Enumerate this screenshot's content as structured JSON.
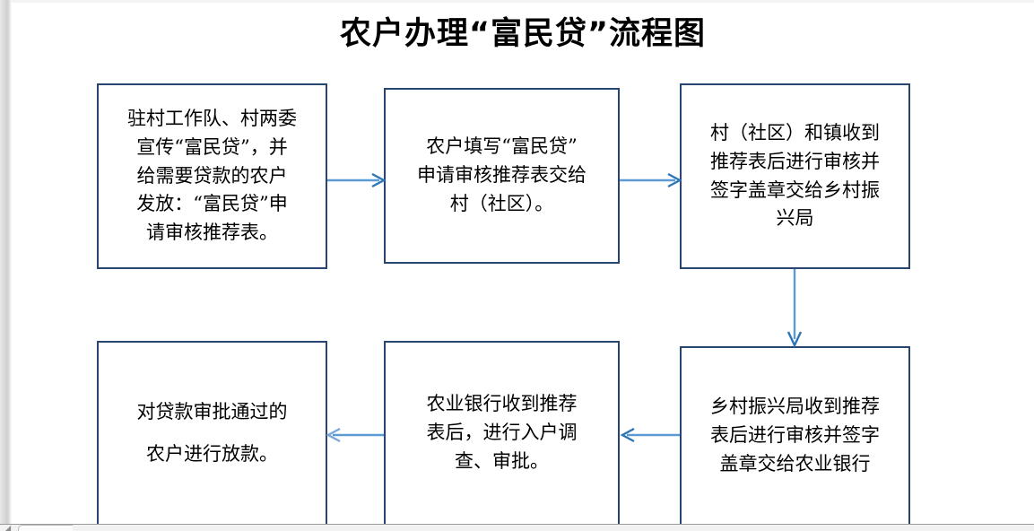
{
  "document": {
    "title": "农户办理“富民贷”流程图"
  },
  "flowchart": {
    "type": "process-flow",
    "accent_color": "#5B9BD5",
    "box_border_color": "#274570",
    "box_fill_color": "#FFFFFF",
    "text_color": "#000000",
    "nodes": [
      {
        "id": "node-1",
        "order": 1,
        "text": "驻村工作队、村两委\n宣传“富民贷”，并\n给需要贷款的农户\n发放：“富民贷”申\n请审核推荐表。"
      },
      {
        "id": "node-2",
        "order": 2,
        "text": "农户填写“富民贷”\n申请审核推荐表交给\n村（社区）。"
      },
      {
        "id": "node-3",
        "order": 3,
        "text": "村（社区）和镇收到\n推荐表后进行审核并\n签字盖章交给乡村振\n兴局"
      },
      {
        "id": "node-4",
        "order": 4,
        "text": "乡村振兴局收到推荐\n表后进行审核并签字\n盖章交给农业银行"
      },
      {
        "id": "node-5",
        "order": 5,
        "text": "农业银行收到推荐\n表后，进行入户调\n查、审批。"
      },
      {
        "id": "node-6",
        "order": 6,
        "text": "对贷款审批通过的\n农户进行放款。"
      }
    ],
    "connectors": [
      {
        "id": "connector-1",
        "from": "node-1",
        "to": "node-2",
        "direction": "right"
      },
      {
        "id": "connector-2",
        "from": "node-2",
        "to": "node-3",
        "direction": "right"
      },
      {
        "id": "connector-3",
        "from": "node-3",
        "to": "node-4",
        "direction": "down"
      },
      {
        "id": "connector-4",
        "from": "node-4",
        "to": "node-5",
        "direction": "left"
      },
      {
        "id": "connector-5",
        "from": "node-5",
        "to": "node-6",
        "direction": "left"
      }
    ]
  }
}
